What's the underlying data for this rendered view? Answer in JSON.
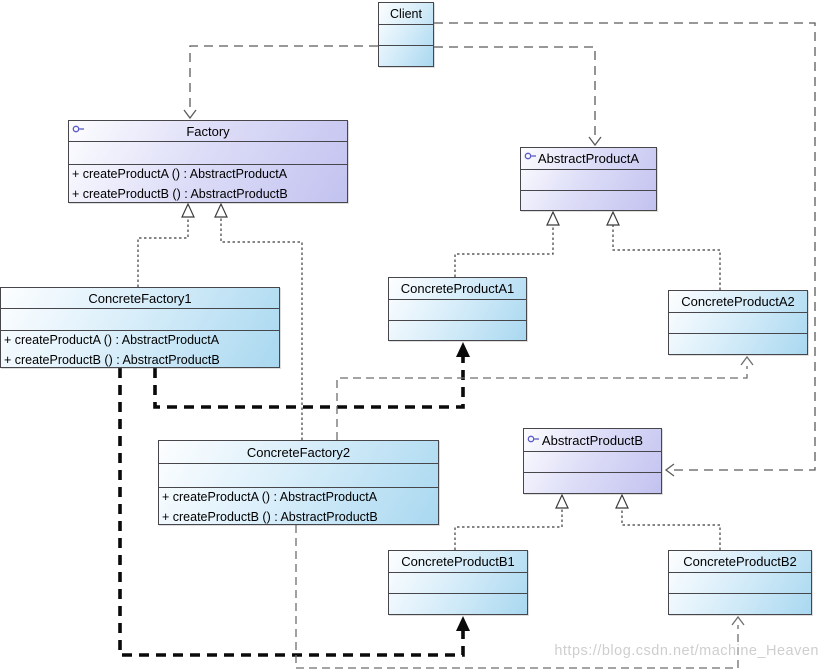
{
  "watermark": "https://blog.csdn.net/machine_Heaven",
  "colors": {
    "concrete_fill": "#a9d8f0",
    "abstract_fill": "#c2c2f0",
    "border": "#46464b",
    "interface_icon": "#5a5ac8",
    "bold_dependency": "#0a0a0a",
    "watermark_text": "#bebebe"
  },
  "classes": {
    "client": {
      "name": "Client"
    },
    "factory": {
      "name": "Factory",
      "methods": [
        "+ createProductA () : AbstractProductA",
        "+ createProductB () : AbstractProductB"
      ]
    },
    "abstract_product_a": {
      "name": "AbstractProductA"
    },
    "concrete_factory_1": {
      "name": "ConcreteFactory1",
      "methods": [
        "+ createProductA () : AbstractProductA",
        "+ createProductB () : AbstractProductB"
      ]
    },
    "concrete_product_a1": {
      "name": "ConcreteProductA1"
    },
    "concrete_product_a2": {
      "name": "ConcreteProductA2"
    },
    "concrete_factory_2": {
      "name": "ConcreteFactory2",
      "methods": [
        "+ createProductA () : AbstractProductA",
        "+ createProductB () : AbstractProductB"
      ]
    },
    "abstract_product_b": {
      "name": "AbstractProductB"
    },
    "concrete_product_b1": {
      "name": "ConcreteProductB1"
    },
    "concrete_product_b2": {
      "name": "ConcreteProductB2"
    }
  },
  "relationships": [
    {
      "type": "dependency",
      "from": "Client",
      "to": "Factory"
    },
    {
      "type": "dependency",
      "from": "Client",
      "to": "AbstractProductA"
    },
    {
      "type": "dependency",
      "from": "Client",
      "to": "AbstractProductB"
    },
    {
      "type": "realization",
      "from": "ConcreteFactory1",
      "to": "Factory"
    },
    {
      "type": "realization",
      "from": "ConcreteFactory2",
      "to": "Factory"
    },
    {
      "type": "realization",
      "from": "ConcreteProductA1",
      "to": "AbstractProductA"
    },
    {
      "type": "realization",
      "from": "ConcreteProductA2",
      "to": "AbstractProductA"
    },
    {
      "type": "realization",
      "from": "ConcreteProductB1",
      "to": "AbstractProductB"
    },
    {
      "type": "realization",
      "from": "ConcreteProductB2",
      "to": "AbstractProductB"
    },
    {
      "type": "dependency-bold",
      "from": "ConcreteFactory1",
      "to": "ConcreteProductA1"
    },
    {
      "type": "dependency-bold",
      "from": "ConcreteFactory1",
      "to": "ConcreteProductB1"
    },
    {
      "type": "dependency",
      "from": "ConcreteFactory2",
      "to": "ConcreteProductA2"
    },
    {
      "type": "dependency",
      "from": "ConcreteFactory2",
      "to": "ConcreteProductB2"
    }
  ]
}
